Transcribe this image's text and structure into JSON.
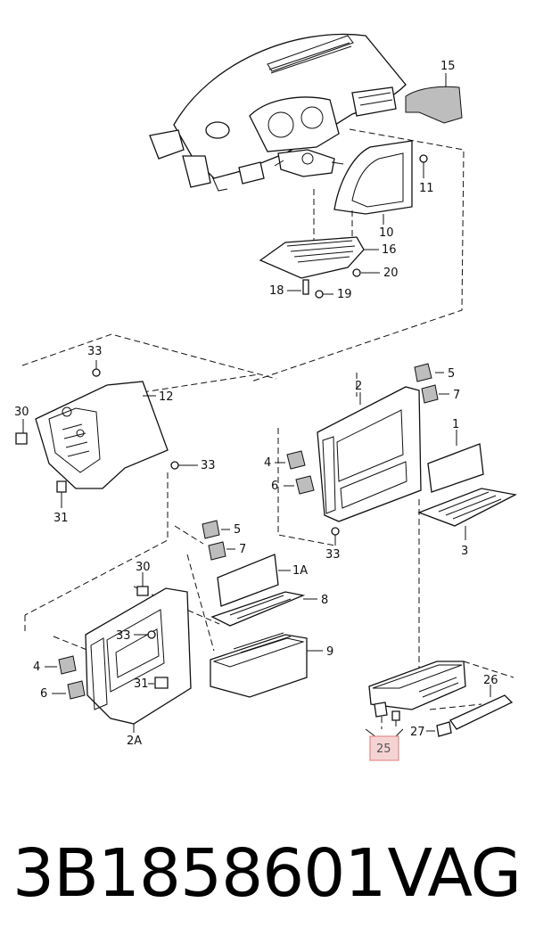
{
  "callouts": {
    "c15": "15",
    "c11": "11",
    "c10": "10",
    "c16": "16",
    "c20": "20",
    "c18": "18",
    "c19": "19",
    "c33a": "33",
    "c12": "12",
    "c30a": "30",
    "c33b": "33",
    "c31a": "31",
    "c2": "2",
    "c5a": "5",
    "c7a": "7",
    "c4a": "4",
    "c6a": "6",
    "c1": "1",
    "c33c": "33",
    "c3": "3",
    "c5b": "5",
    "c7b": "7",
    "c30b": "30",
    "c1A": "1A",
    "c8": "8",
    "c33d": "33",
    "c9": "9",
    "c4b": "4",
    "c6b": "6",
    "c31b": "31",
    "c2A": "2A",
    "c26": "26",
    "c27": "27",
    "c25": "25"
  },
  "highlight_color": "#f6d3d3",
  "caption": {
    "part_number": "3B1858601",
    "brand": "VAG"
  }
}
